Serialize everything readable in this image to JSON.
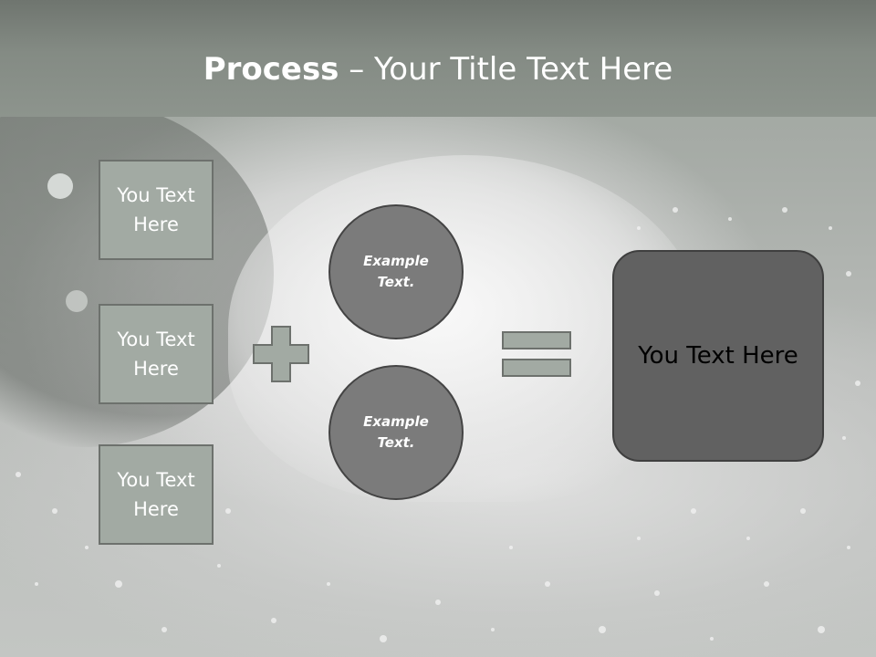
{
  "title": {
    "bold": "Process",
    "rest": " – Your Title Text Here"
  },
  "left_boxes": [
    {
      "label": "You Text Here"
    },
    {
      "label": "You Text Here"
    },
    {
      "label": "You Text Here"
    }
  ],
  "circles": [
    {
      "label": "Example Text."
    },
    {
      "label": "Example Text."
    }
  ],
  "result": {
    "label": "You Text Here"
  },
  "colors": {
    "header": "#848b84",
    "box_fill": "#a2aaa3",
    "circle_fill": "#7b7b7b",
    "result_fill": "#616161"
  }
}
